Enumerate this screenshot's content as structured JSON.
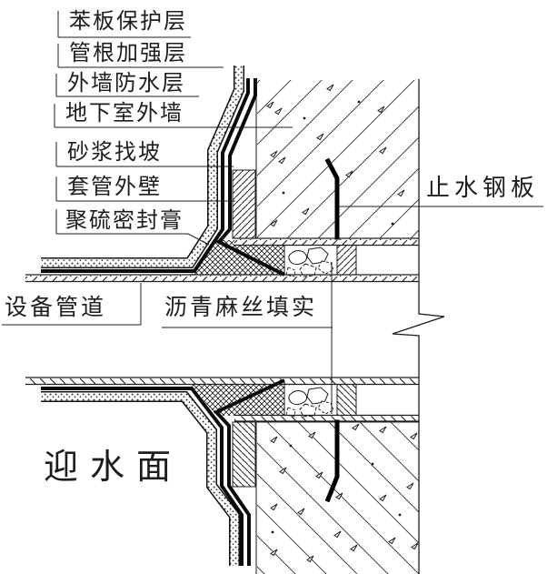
{
  "labels": {
    "protection": "苯板保护层",
    "pipe_root_reinforcement": "管根加强层",
    "wall_waterproofing": "外墙防水层",
    "basement_wall": "地下室外墙",
    "mortar_slope": "砂浆找坡",
    "casing_outer_wall": "套管外壁",
    "polysulfide_sealant": "聚硫密封膏",
    "equipment_pipe": "设备管道",
    "asphalt_oakum_fill": "沥青麻丝填实",
    "waterstop_plate": "止水钢板",
    "water_facing_side": "迎水面"
  },
  "colors": {
    "line": "#1d1d1d",
    "background": "#ffffff"
  }
}
